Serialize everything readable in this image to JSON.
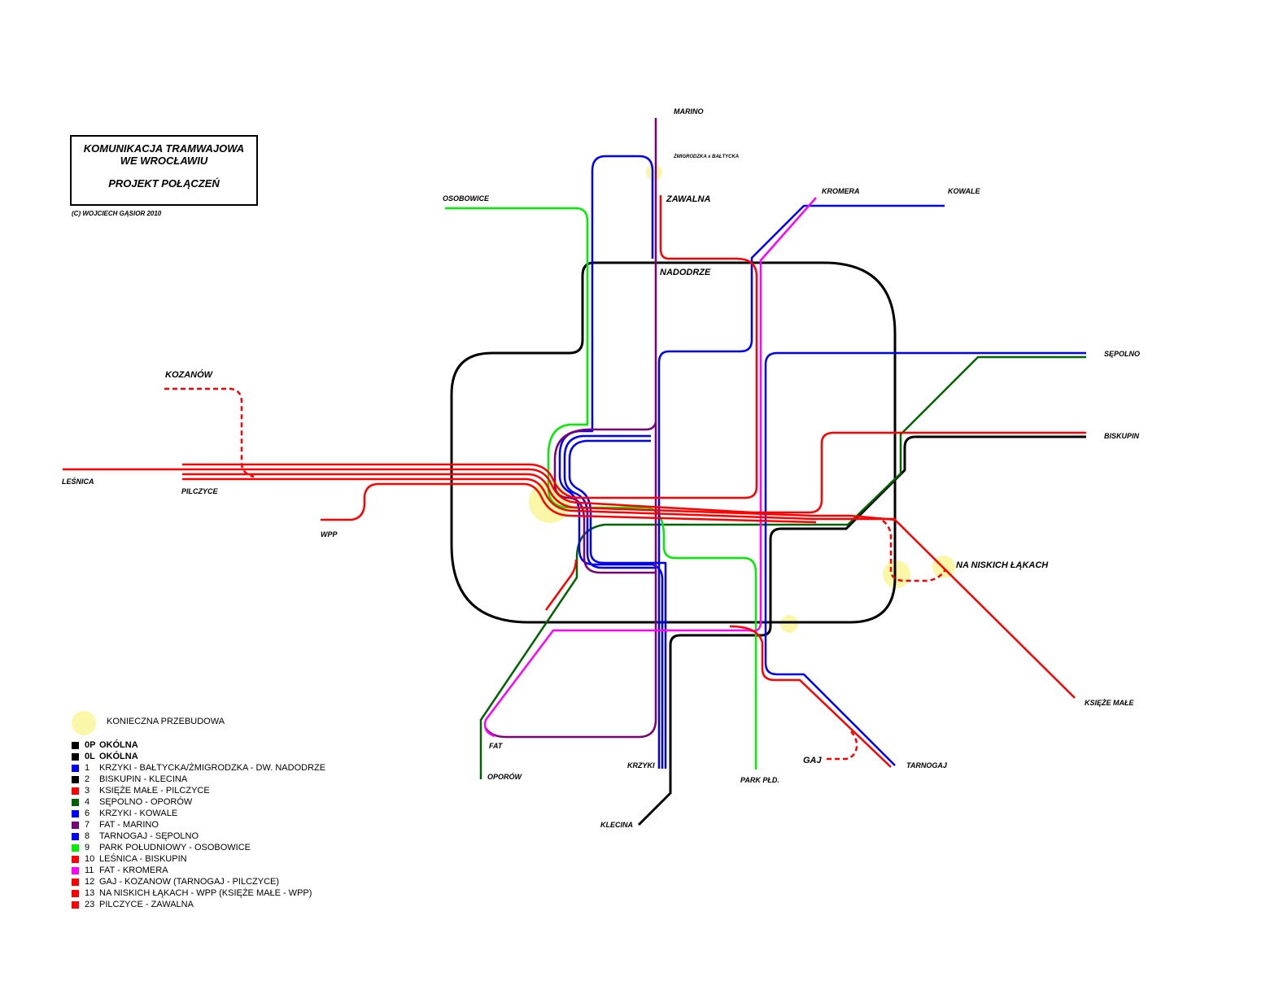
{
  "title": {
    "line1": "KOMUNIKACJA TRAMWAJOWA",
    "line2": "WE WROCŁAWIU",
    "line3": "PROJEKT POŁĄCZEŃ"
  },
  "copyright": "(C) WOJCIECH GĄSIOR  2010",
  "colors": {
    "red": "#ff0000",
    "blue": "#0000ff",
    "black": "#000000",
    "dark_green": "#006400",
    "purple": "#7a007a",
    "light_green": "#00ee00",
    "magenta": "#ff00ff",
    "rebuild": "#fbf7a8"
  },
  "stops": {
    "marino": "MARINO",
    "zmigrodzka": "ŻMIGRODZKA x BAŁTYCKA",
    "zawalna": "ZAWALNA",
    "osobowice": "OSOBOWICE",
    "kromera": "KROMERA",
    "kowale": "KOWALE",
    "nadodrze": "NADODRZE",
    "sepolno": "SĘPOLNO",
    "kozanow": "KOZANÓW",
    "biskupin": "BISKUPIN",
    "lesnica": "LEŚNICA",
    "pilczyce": "PILCZYCE",
    "wpp": "WPP",
    "na_niskich_lakach": "NA NISKICH ŁĄKACH",
    "ksieze_male": "KSIĘŻE MAŁE",
    "fat": "FAT",
    "oporow": "OPORÓW",
    "krzyki": "KRZYKI",
    "park_pld": "PARK PŁD.",
    "gaj": "GAJ",
    "tarnogaj": "TARNOGAJ",
    "klecina": "KLECINA"
  },
  "legend": {
    "rebuild_label": "KONIECZNA PRZEBUDOWA",
    "items": [
      {
        "code": "0P",
        "name": "OKÓLNA",
        "color": "#000000",
        "bold": true
      },
      {
        "code": "0L",
        "name": "OKÓLNA",
        "color": "#000000",
        "bold": true
      },
      {
        "code": "1",
        "name": "KRZYKI - BAŁTYCKA/ŻMIGRODZKA - DW. NADODRZE",
        "color": "#0000ff",
        "bold": false
      },
      {
        "code": "2",
        "name": "BISKUPIN - KLECINA",
        "color": "#000000",
        "bold": false
      },
      {
        "code": "3",
        "name": "KSIĘŻE MAŁE - PILCZYCE",
        "color": "#ff0000",
        "bold": false
      },
      {
        "code": "4",
        "name": "SĘPOLNO - OPORÓW",
        "color": "#006400",
        "bold": false
      },
      {
        "code": "6",
        "name": "KRZYKI - KOWALE",
        "color": "#0000ff",
        "bold": false
      },
      {
        "code": "7",
        "name": "FAT - MARINO",
        "color": "#7a007a",
        "bold": false
      },
      {
        "code": "8",
        "name": "TARNOGAJ - SĘPOLNO",
        "color": "#0000ff",
        "bold": false
      },
      {
        "code": "9",
        "name": "PARK POŁUDNIOWY - OSOBOWICE",
        "color": "#00ee00",
        "bold": false
      },
      {
        "code": "10",
        "name": "LEŚNICA - BISKUPIN",
        "color": "#ff0000",
        "bold": false
      },
      {
        "code": "11",
        "name": "FAT - KROMERA",
        "color": "#ff00ff",
        "bold": false
      },
      {
        "code": "12",
        "name": "GAJ - KOZANOW  (TARNOGAJ - PILCZYCE)",
        "color": "#ff0000",
        "bold": false
      },
      {
        "code": "13",
        "name": "NA NISKICH ŁĄKACH - WPP (KSIĘŻE MAŁE - WPP)",
        "color": "#ff0000",
        "bold": false
      },
      {
        "code": "23",
        "name": "PILCZYCE - ZAWALNA",
        "color": "#ff0000",
        "bold": false
      }
    ]
  }
}
